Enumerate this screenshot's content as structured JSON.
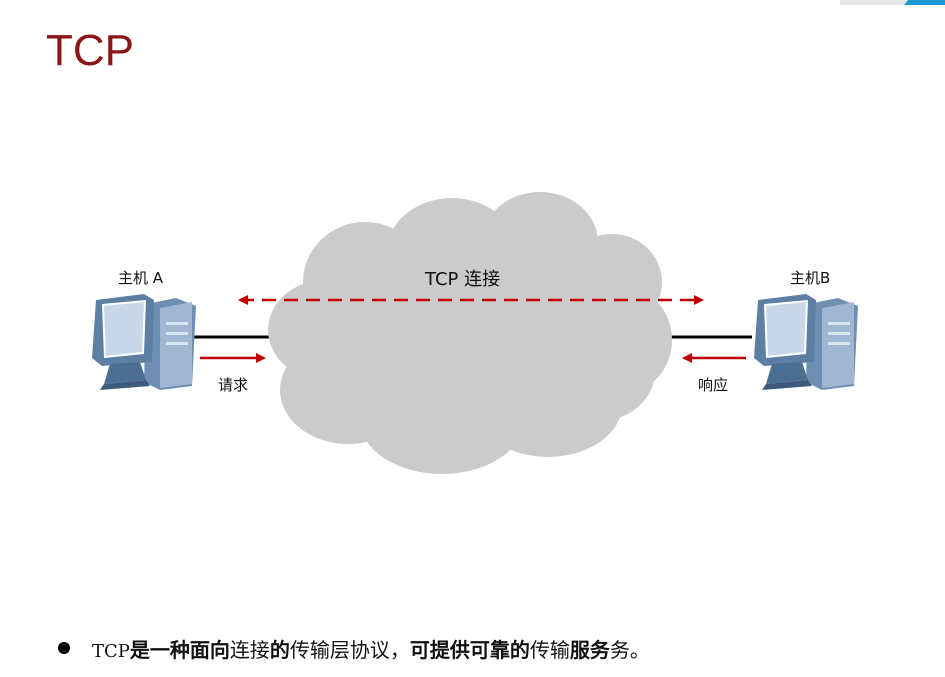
{
  "page": {
    "title": "TCP"
  },
  "colors": {
    "title": "#8b1414",
    "arrow": "#c00000",
    "cloud": "#cbcbcb",
    "wire": "#000000",
    "corner_bar_light": "#e6e6e6",
    "corner_bar_accent": "#1e9bd7"
  },
  "diagram": {
    "host_a_label": "主机 A",
    "host_b_label": "主机B",
    "connection_label": "TCP 连接",
    "request_label": "请求",
    "response_label": "响应",
    "icons": [
      "desktop-computer-icon",
      "desktop-computer-icon",
      "cloud-icon"
    ]
  },
  "bullet": {
    "segments": [
      {
        "text": "TCP",
        "style": "tcp"
      },
      {
        "text": "是一种面向",
        "style": "bold"
      },
      {
        "text": "连接",
        "style": "normal"
      },
      {
        "text": "的",
        "style": "bold"
      },
      {
        "text": "传输层协议，",
        "style": "normal"
      },
      {
        "text": "可提供可靠的",
        "style": "bold"
      },
      {
        "text": "传输",
        "style": "normal"
      },
      {
        "text": "服务",
        "style": "bold"
      },
      {
        "text": "务。",
        "style": "normal"
      }
    ]
  }
}
